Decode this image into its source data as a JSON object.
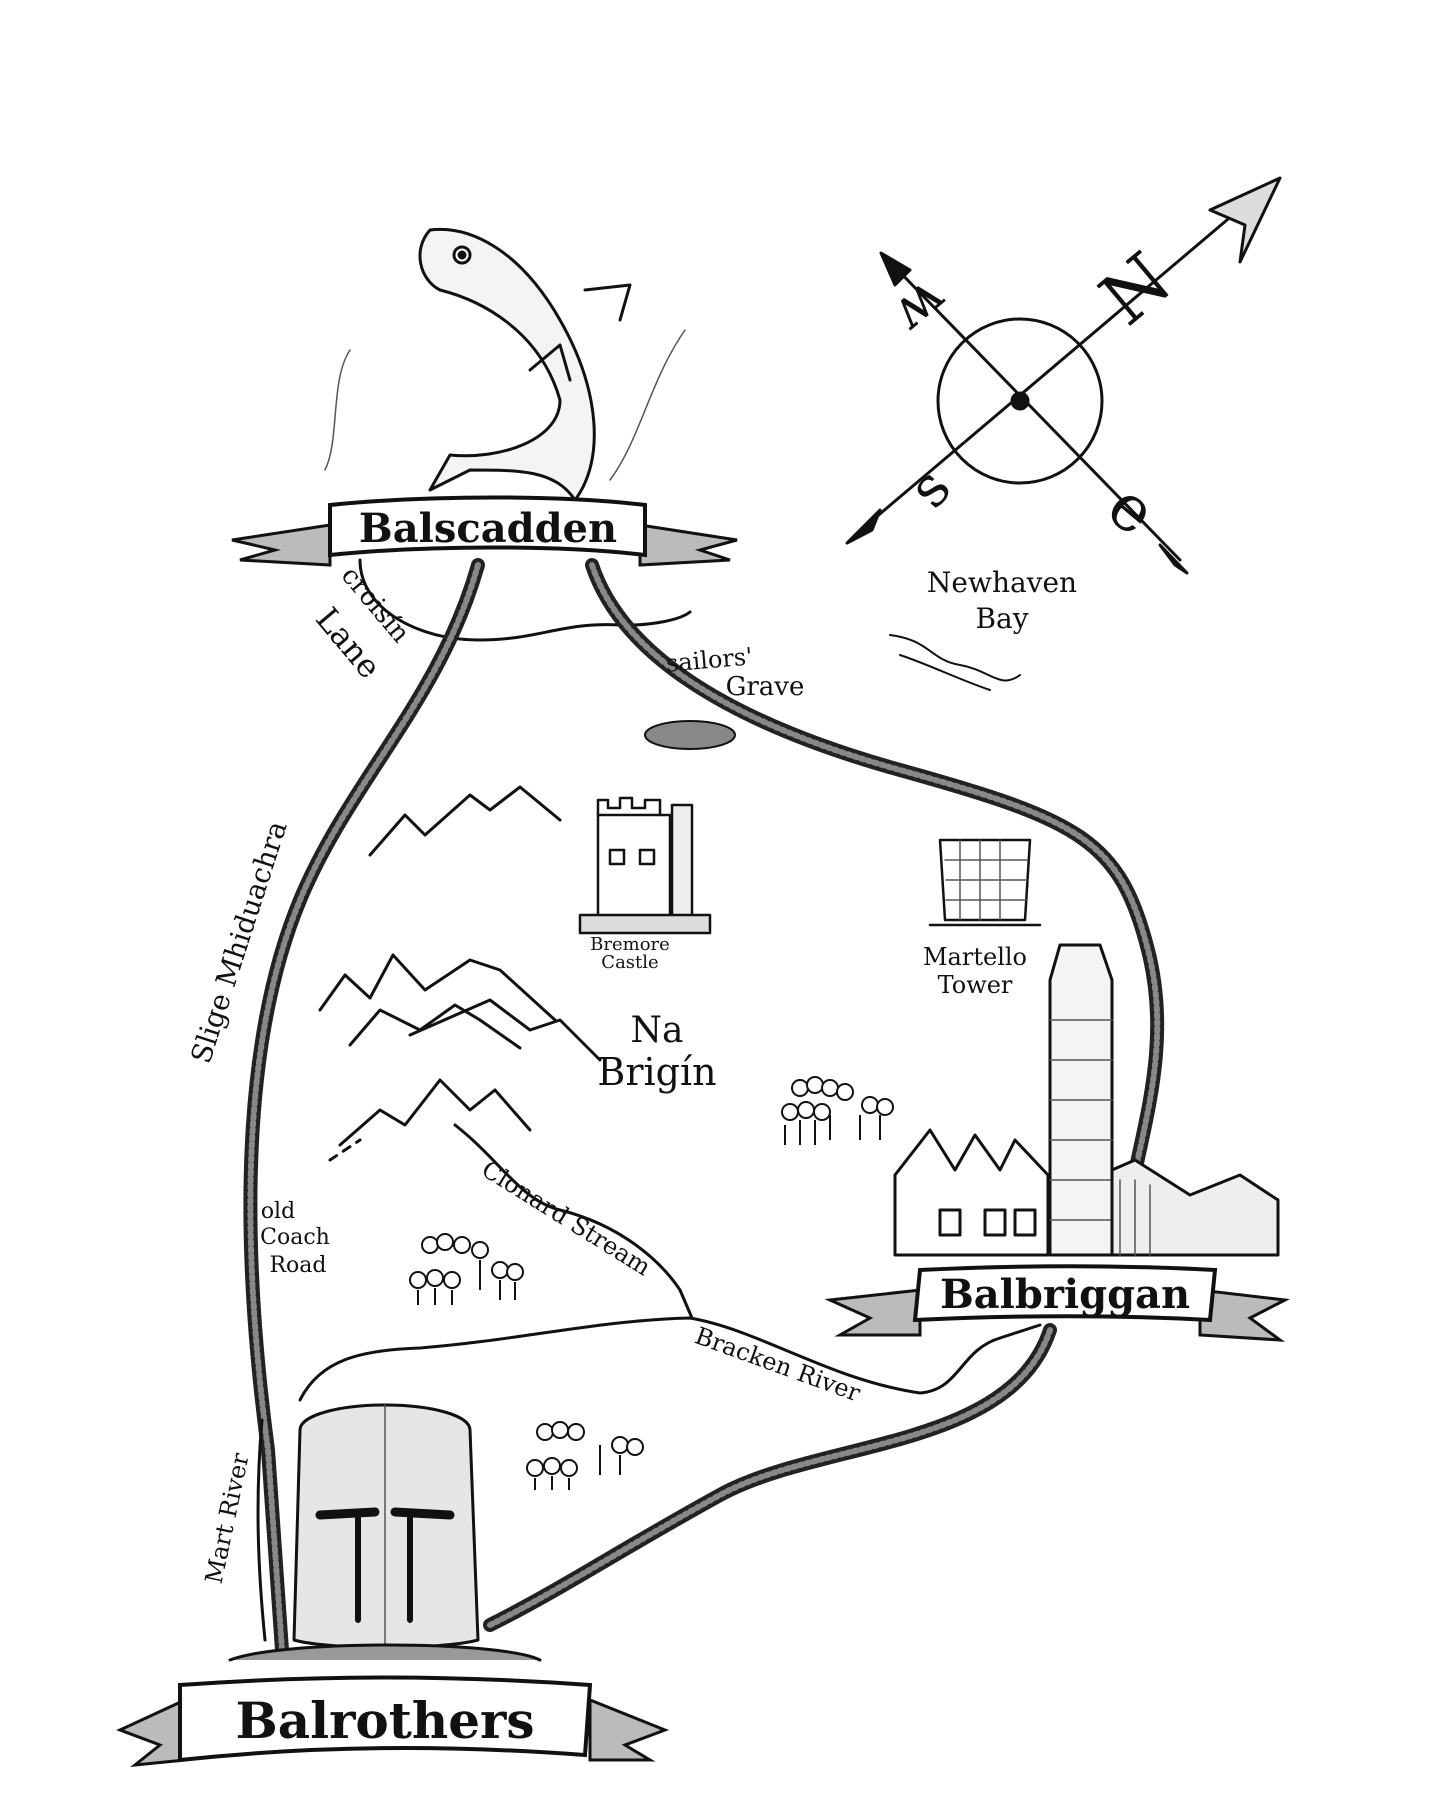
{
  "towns": {
    "balscadden": "Balscadden",
    "balbriggan": "Balbriggan",
    "balrothers": "Balrothers"
  },
  "compass": {
    "n": "N",
    "e": "e",
    "s": "s",
    "w": "w"
  },
  "places": {
    "newhaven_1": "Newhaven",
    "newhaven_2": "Bay",
    "croisin_1": "croisín",
    "croisin_2": "Lane",
    "sailors_1": "sailors'",
    "sailors_2": "Grave",
    "slige": "Slige Mhiduachra",
    "bremore_1": "Bremore",
    "bremore_2": "Castle",
    "martello_1": "Martello",
    "martello_2": "Tower",
    "nabrigin_1": "Na",
    "nabrigin_2": "Brigín",
    "clonard": "Clonard Stream",
    "coach_1": "old",
    "coach_2": "Coach",
    "coach_3": "Road",
    "bracken": "Bracken River",
    "mart": "Mart River"
  },
  "colors": {
    "ink": "#111111",
    "paper": "#ffffff",
    "shade": "#999999"
  }
}
